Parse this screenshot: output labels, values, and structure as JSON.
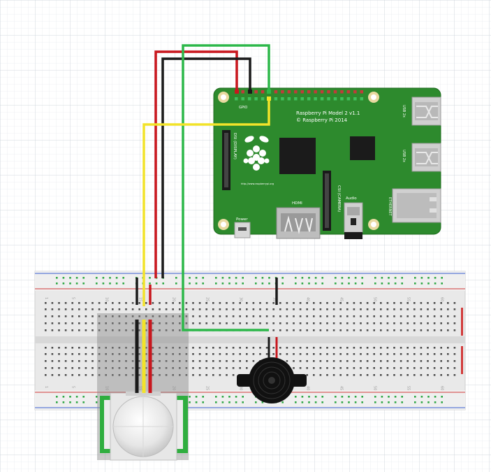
{
  "pi": {
    "title_line1": "Raspberry Pi Model 2 v1.1",
    "title_line2": "© Raspberry Pi 2014",
    "gpio_label": "GPIO",
    "dsi_label": "DSI (DISPLAY)",
    "csi_label": "CSI (CAMERA)",
    "hdmi_label": "HDMI",
    "audio_label": "Audio",
    "power_label": "Power",
    "usb_label_1": "USB 2x",
    "usb_label_2": "USB 2x",
    "ethernet_label": "ETHERNET",
    "url_label": "http://www.raspberrypi.org"
  },
  "breadboard": {
    "column_numbers": [
      "1",
      "5",
      "10",
      "15",
      "20",
      "25",
      "30",
      "35",
      "40",
      "45",
      "50",
      "55",
      "60"
    ]
  },
  "components": {
    "pir_sensor": "pir-motion-sensor",
    "buzzer": "piezo-buzzer"
  },
  "wires": {
    "colors": {
      "red": "#c8171e",
      "black": "#1a1a1a",
      "yellow": "#f2e32a",
      "green": "#2db84a"
    }
  },
  "colors": {
    "pcb": "#2d8a2d",
    "pcb_edge": "#1f6a1f",
    "breadboard": "#e8e8e8",
    "rail_red": "#d23a3a",
    "rail_blue": "#3a5fd2"
  }
}
